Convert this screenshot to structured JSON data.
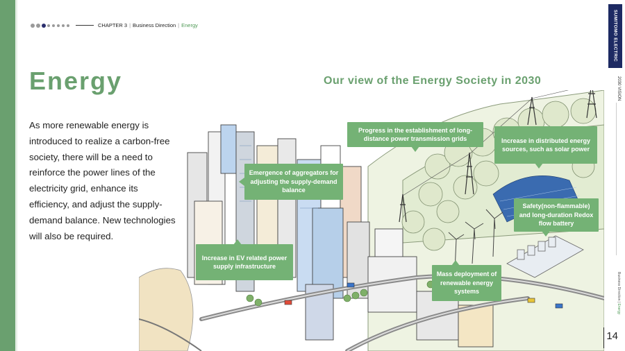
{
  "nav": {
    "chapter": "CHAPTER 3",
    "section": "Business Direction",
    "topic": "Energy"
  },
  "title": "Energy",
  "subtitle": "Our view of the Energy Society in 2030",
  "body": "As more renewable energy is introduced to realize a carbon-free society, there will be a need to reinforce the power lines of the electricity grid, enhance its efficiency, and adjust the supply-demand balance. New technologies will also be required.",
  "callouts": {
    "progress": "Progress in the establishment of long-distance power transmission grids",
    "distributed": "Increase in distributed energy sources, such as solar power",
    "aggregators": "Emergence of aggregators for adjusting the supply-demand balance",
    "safety": "Safety(non-flammable) and long-duration Redox flow battery",
    "ev": "Increase in EV related power supply infrastructure",
    "mass": "Mass deployment of renewable energy systems"
  },
  "sidebar": {
    "brand": "SUMITOMO ELECTRIC",
    "vision": "2030 VISION",
    "section": "Business Direction",
    "topic": "Energy"
  },
  "page_number": "14",
  "colors": {
    "accent_green": "#6aa06f",
    "callout_green": "#74b275",
    "brand_navy": "#1d2a63"
  }
}
